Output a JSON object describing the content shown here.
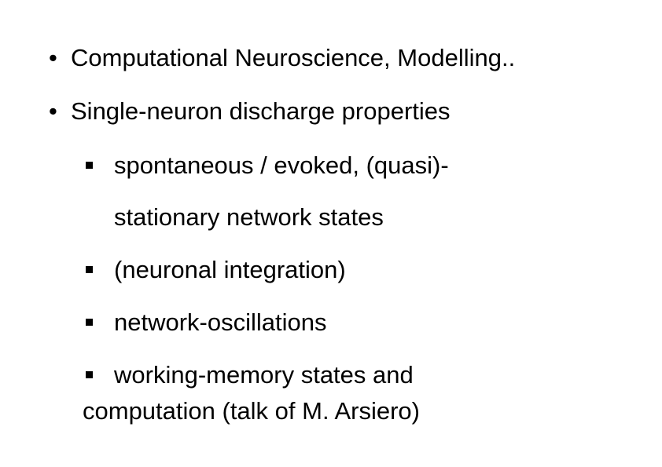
{
  "slide": {
    "bullets": [
      {
        "marker": "•",
        "text": "Computational Neuroscience, Modelling.."
      },
      {
        "marker": "•",
        "text": "Single-neuron discharge properties"
      }
    ],
    "subitems": [
      {
        "text": "spontaneous / evoked,  (quasi)-"
      },
      {
        "text": "stationary network states"
      },
      {
        "text": "(neuronal integration)"
      },
      {
        "text": "network-oscillations"
      },
      {
        "text": "working-memory states and"
      },
      {
        "text": "computation (talk of M. Arsiero)"
      }
    ]
  }
}
